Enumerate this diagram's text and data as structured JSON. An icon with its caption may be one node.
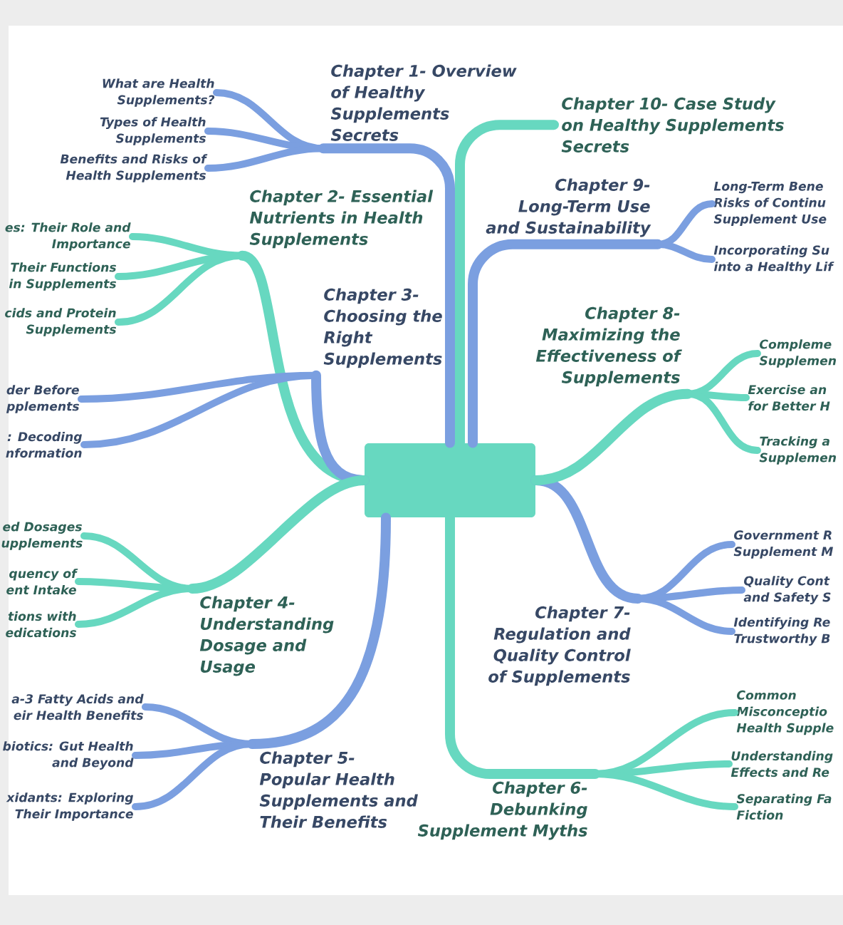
{
  "diagram": {
    "nodes": [
      {
        "text": [],
        "shape": "box"
      },
      {
        "text": [
          "Chapter 1- Overview of Healthy Supplements Secrets"
        ]
      },
      {
        "text": [
          "What are Health Supplements?"
        ]
      },
      {
        "text": [
          "Types of Health Supplements"
        ]
      },
      {
        "text": [
          "Benefits and Risks of Health Supplements"
        ]
      },
      {
        "text": [
          "Chapter 2- Essential Nutrients in Health Supplements"
        ]
      },
      {
        "text": [
          "es: Their Role and Importance"
        ]
      },
      {
        "text": [
          "Their Functions in Supplements"
        ]
      },
      {
        "text": [
          "cids and Protein Supplements"
        ]
      },
      {
        "text": [
          "Chapter 3- Choosing the Right Supplements"
        ]
      },
      {
        "text": [
          "der Before pplements"
        ]
      },
      {
        "text": [
          ": Decoding nformation"
        ]
      },
      {
        "text": [
          "Chapter 4- Understanding Dosage and Usage"
        ]
      },
      {
        "text": [
          "ed Dosages upplements"
        ]
      },
      {
        "text": [
          "quency of ent Intake"
        ]
      },
      {
        "text": [
          "tions with edications"
        ]
      },
      {
        "text": [
          "Chapter 5- Popular Health Supplements and Their Benefits"
        ]
      },
      {
        "text": [
          "a-3 Fatty Acids and eir Health Benefits"
        ]
      },
      {
        "text": [
          "biotics: Gut Health and Beyond"
        ]
      },
      {
        "text": [
          "xidants: Exploring Their Importance"
        ]
      },
      {
        "text": [
          "Chapter 6- Debunking Supplement Myths"
        ]
      },
      {
        "text": [
          "Common Misconceptio Health Supple"
        ]
      },
      {
        "text": [
          "Understanding Effects and Re"
        ]
      },
      {
        "text": [
          "Separating Fa Fiction"
        ]
      },
      {
        "text": [
          "Chapter 7- Regulation and Quality Control of Supplements"
        ]
      },
      {
        "text": [
          "Government R Supplement M"
        ]
      },
      {
        "text": [
          "Quality Cont and Safety S"
        ]
      },
      {
        "text": [
          "Identifying Re Trustworthy B"
        ]
      },
      {
        "text": [
          "Chapter 8- Maximizing the Effectiveness of Supplements"
        ]
      },
      {
        "text": [
          "Compleme Supplemen"
        ]
      },
      {
        "text": [
          "Exercise an for Better H"
        ]
      },
      {
        "text": [
          "Tracking a Supplemen"
        ]
      },
      {
        "text": [
          "Chapter 9- Long-Term Use and Sustainability"
        ]
      },
      {
        "text": [
          "Long-Term Bene Risks of Continu Supplement Use"
        ]
      },
      {
        "text": [
          "Incorporating Su into a Healthy Lif"
        ]
      },
      {
        "text": [
          "Chapter 10- Case Study on Healthy Supplements Secrets"
        ]
      }
    ],
    "edges": [
      {
        "from": 0,
        "to": 1,
        "arrow": "none"
      },
      {
        "from": 1,
        "to": 2,
        "arrow": "none"
      },
      {
        "from": 1,
        "to": 3,
        "arrow": "none"
      },
      {
        "from": 1,
        "to": 4,
        "arrow": "none"
      },
      {
        "from": 0,
        "to": 5,
        "arrow": "none",
        "color": "#67d8c0"
      },
      {
        "from": 5,
        "to": 6,
        "arrow": "none",
        "color": "#67d8c0"
      },
      {
        "from": 5,
        "to": 7,
        "arrow": "none",
        "color": "#67d8c0"
      },
      {
        "from": 5,
        "to": 8,
        "arrow": "none",
        "color": "#67d8c0"
      },
      {
        "from": 0,
        "to": 9,
        "arrow": "none"
      },
      {
        "from": 9,
        "to": 10,
        "arrow": "none"
      },
      {
        "from": 9,
        "to": 11,
        "arrow": "none"
      },
      {
        "from": 0,
        "to": 12,
        "arrow": "none",
        "color": "#67d8c0"
      },
      {
        "from": 12,
        "to": 13,
        "arrow": "none",
        "color": "#67d8c0"
      },
      {
        "from": 12,
        "to": 14,
        "arrow": "none",
        "color": "#67d8c0"
      },
      {
        "from": 12,
        "to": 15,
        "arrow": "none",
        "color": "#67d8c0"
      },
      {
        "from": 0,
        "to": 16,
        "arrow": "none"
      },
      {
        "from": 16,
        "to": 17,
        "arrow": "none"
      },
      {
        "from": 16,
        "to": 18,
        "arrow": "none"
      },
      {
        "from": 16,
        "to": 19,
        "arrow": "none"
      },
      {
        "from": 0,
        "to": 20,
        "arrow": "none",
        "color": "#67d8c0"
      },
      {
        "from": 20,
        "to": 21,
        "arrow": "none",
        "color": "#67d8c0"
      },
      {
        "from": 20,
        "to": 22,
        "arrow": "none",
        "color": "#67d8c0"
      },
      {
        "from": 20,
        "to": 23,
        "arrow": "none",
        "color": "#67d8c0"
      },
      {
        "from": 0,
        "to": 24,
        "arrow": "none"
      },
      {
        "from": 24,
        "to": 25,
        "arrow": "none"
      },
      {
        "from": 24,
        "to": 26,
        "arrow": "none"
      },
      {
        "from": 24,
        "to": 27,
        "arrow": "none"
      },
      {
        "from": 0,
        "to": 28,
        "arrow": "none",
        "color": "#67d8c0"
      },
      {
        "from": 28,
        "to": 29,
        "arrow": "none",
        "color": "#67d8c0"
      },
      {
        "from": 28,
        "to": 30,
        "arrow": "none",
        "color": "#67d8c0"
      },
      {
        "from": 28,
        "to": 31,
        "arrow": "none",
        "color": "#67d8c0"
      },
      {
        "from": 0,
        "to": 32,
        "arrow": "none"
      },
      {
        "from": 32,
        "to": 33,
        "arrow": "none"
      },
      {
        "from": 32,
        "to": 34,
        "arrow": "none"
      },
      {
        "from": 0,
        "to": 35,
        "arrow": "none",
        "color": "#67d8c0"
      }
    ]
  }
}
